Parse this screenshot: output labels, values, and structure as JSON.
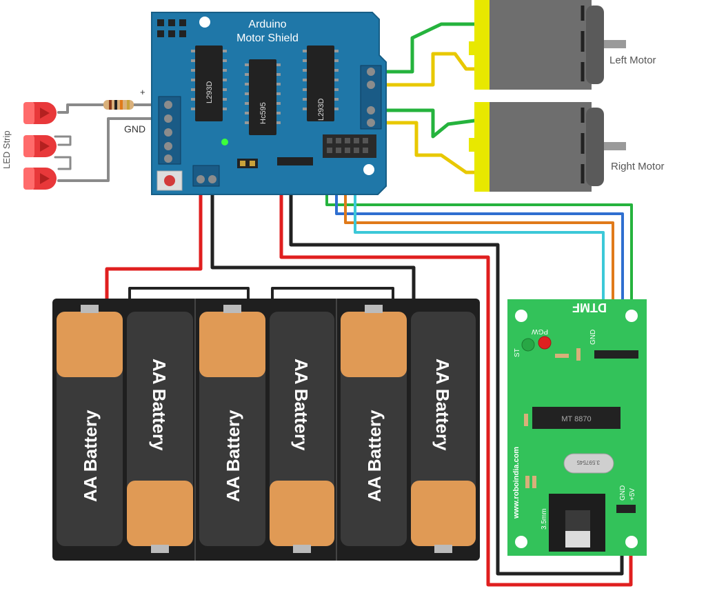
{
  "shield": {
    "title_line1": "Arduino",
    "title_line2": "Motor Shield",
    "chip_left": "L293D",
    "chip_mid": "Hc595",
    "chip_right": "L293D"
  },
  "leds": {
    "label": "LED Strip",
    "plus": "+",
    "gnd": "GND"
  },
  "motors": {
    "left": "Left Motor",
    "right": "Right Motor"
  },
  "batteries": {
    "label": "AA Battery"
  },
  "dtmf": {
    "title": "DTMF",
    "pgw": "PGW",
    "st": "ST",
    "gnd_top": "GND",
    "chip": "MT 8870",
    "crystal": "3.597545",
    "website": "www.roboindia.com",
    "jack": "3.5mm",
    "gnd_bottom": "GND",
    "plus5v": "+5V"
  },
  "colors": {
    "shield": "#1f77a8",
    "dtmf_board": "#33c25a",
    "wire_red": "#e01f1f",
    "wire_black": "#222222",
    "wire_green": "#25b33d",
    "wire_blue": "#2f6fd0",
    "wire_orange": "#e07a1a",
    "wire_cyan": "#3cc8d8",
    "motor_yellow": "#e8e800"
  }
}
